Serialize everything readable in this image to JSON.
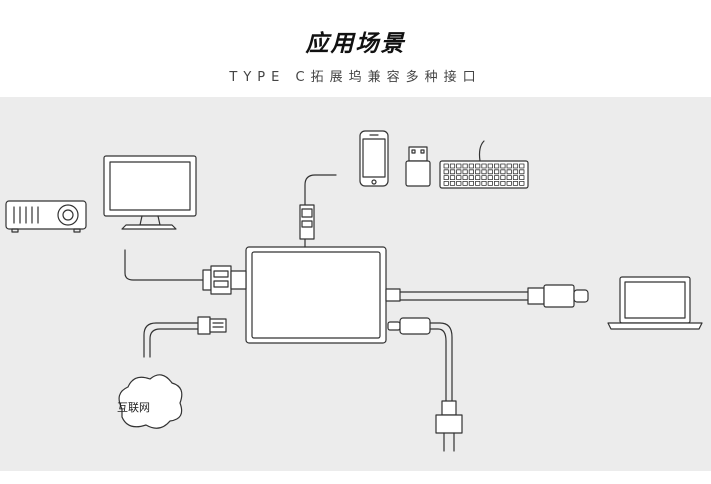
{
  "header": {
    "title": "应用场景",
    "subtitle": "TYPE C拓展坞兼容多种接口"
  },
  "diagram": {
    "devices": [
      {
        "name": "projector",
        "icon": "projector-icon"
      },
      {
        "name": "monitor",
        "icon": "monitor-icon"
      },
      {
        "name": "smartphone",
        "icon": "smartphone-icon"
      },
      {
        "name": "usb-drive",
        "icon": "usb-drive-icon"
      },
      {
        "name": "keyboard",
        "icon": "keyboard-icon"
      },
      {
        "name": "laptop",
        "icon": "laptop-icon"
      },
      {
        "name": "power-plug",
        "icon": "power-plug-icon"
      },
      {
        "name": "internet-cloud",
        "icon": "cloud-icon"
      }
    ],
    "internet_label": "互联网"
  },
  "colors": {
    "background": "#ececec",
    "line": "#333333",
    "hub_fill": "#ffffff"
  }
}
